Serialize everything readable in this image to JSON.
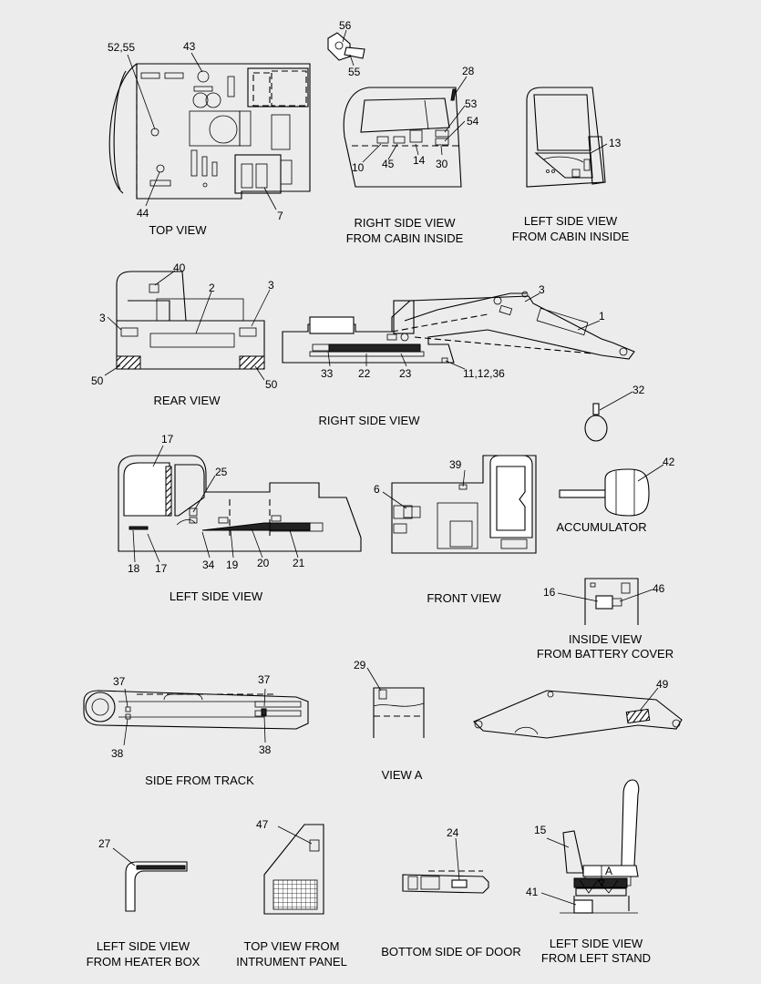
{
  "views": {
    "top_view": "TOP VIEW",
    "right_side_cabin_1": "RIGHT SIDE VIEW",
    "right_side_cabin_2": "FROM CABIN INSIDE",
    "left_side_cabin_1": "LEFT SIDE VIEW",
    "left_side_cabin_2": "FROM CABIN INSIDE",
    "rear_view": "REAR VIEW",
    "right_side_view": "RIGHT SIDE VIEW",
    "left_side_view": "LEFT SIDE VIEW",
    "front_view": "FRONT VIEW",
    "accumulator": "ACCUMULATOR",
    "battery_1": "INSIDE VIEW",
    "battery_2": "FROM BATTERY COVER",
    "side_track": "SIDE FROM TRACK",
    "view_a": "VIEW  A",
    "heater_1": "LEFT SIDE VIEW",
    "heater_2": "FROM HEATER BOX",
    "instrument_1": "TOP VIEW FROM",
    "instrument_2": "INTRUMENT PANEL",
    "door_bottom": "BOTTOM SIDE OF DOOR",
    "stand_1": "LEFT SIDE VIEW",
    "stand_2": "FROM LEFT STAND"
  },
  "callouts": {
    "c56": "56",
    "c55": "55",
    "c52_55": "52,55",
    "c43": "43",
    "c44": "44",
    "c7": "7",
    "c28": "28",
    "c53": "53",
    "c54": "54",
    "c10": "10",
    "c45": "45",
    "c14": "14",
    "c30": "30",
    "c13": "13",
    "c40": "40",
    "c2": "2",
    "c3a": "3",
    "c3b": "3",
    "c50a": "50",
    "c50b": "50",
    "c3c": "3",
    "c1": "1",
    "c33": "33",
    "c22": "22",
    "c23": "23",
    "c11_12_36": "11,12,36",
    "c32": "32",
    "c17a": "17",
    "c25": "25",
    "c18": "18",
    "c17b": "17",
    "c34": "34",
    "c19": "19",
    "c20": "20",
    "c21": "21",
    "c39": "39",
    "c6": "6",
    "c42": "42",
    "c16": "16",
    "c46": "46",
    "c37a": "37",
    "c37b": "37",
    "c38a": "38",
    "c38b": "38",
    "c29": "29",
    "c49": "49",
    "c27": "27",
    "c47": "47",
    "c24": "24",
    "c15": "15",
    "c41": "41",
    "cA": "A"
  }
}
